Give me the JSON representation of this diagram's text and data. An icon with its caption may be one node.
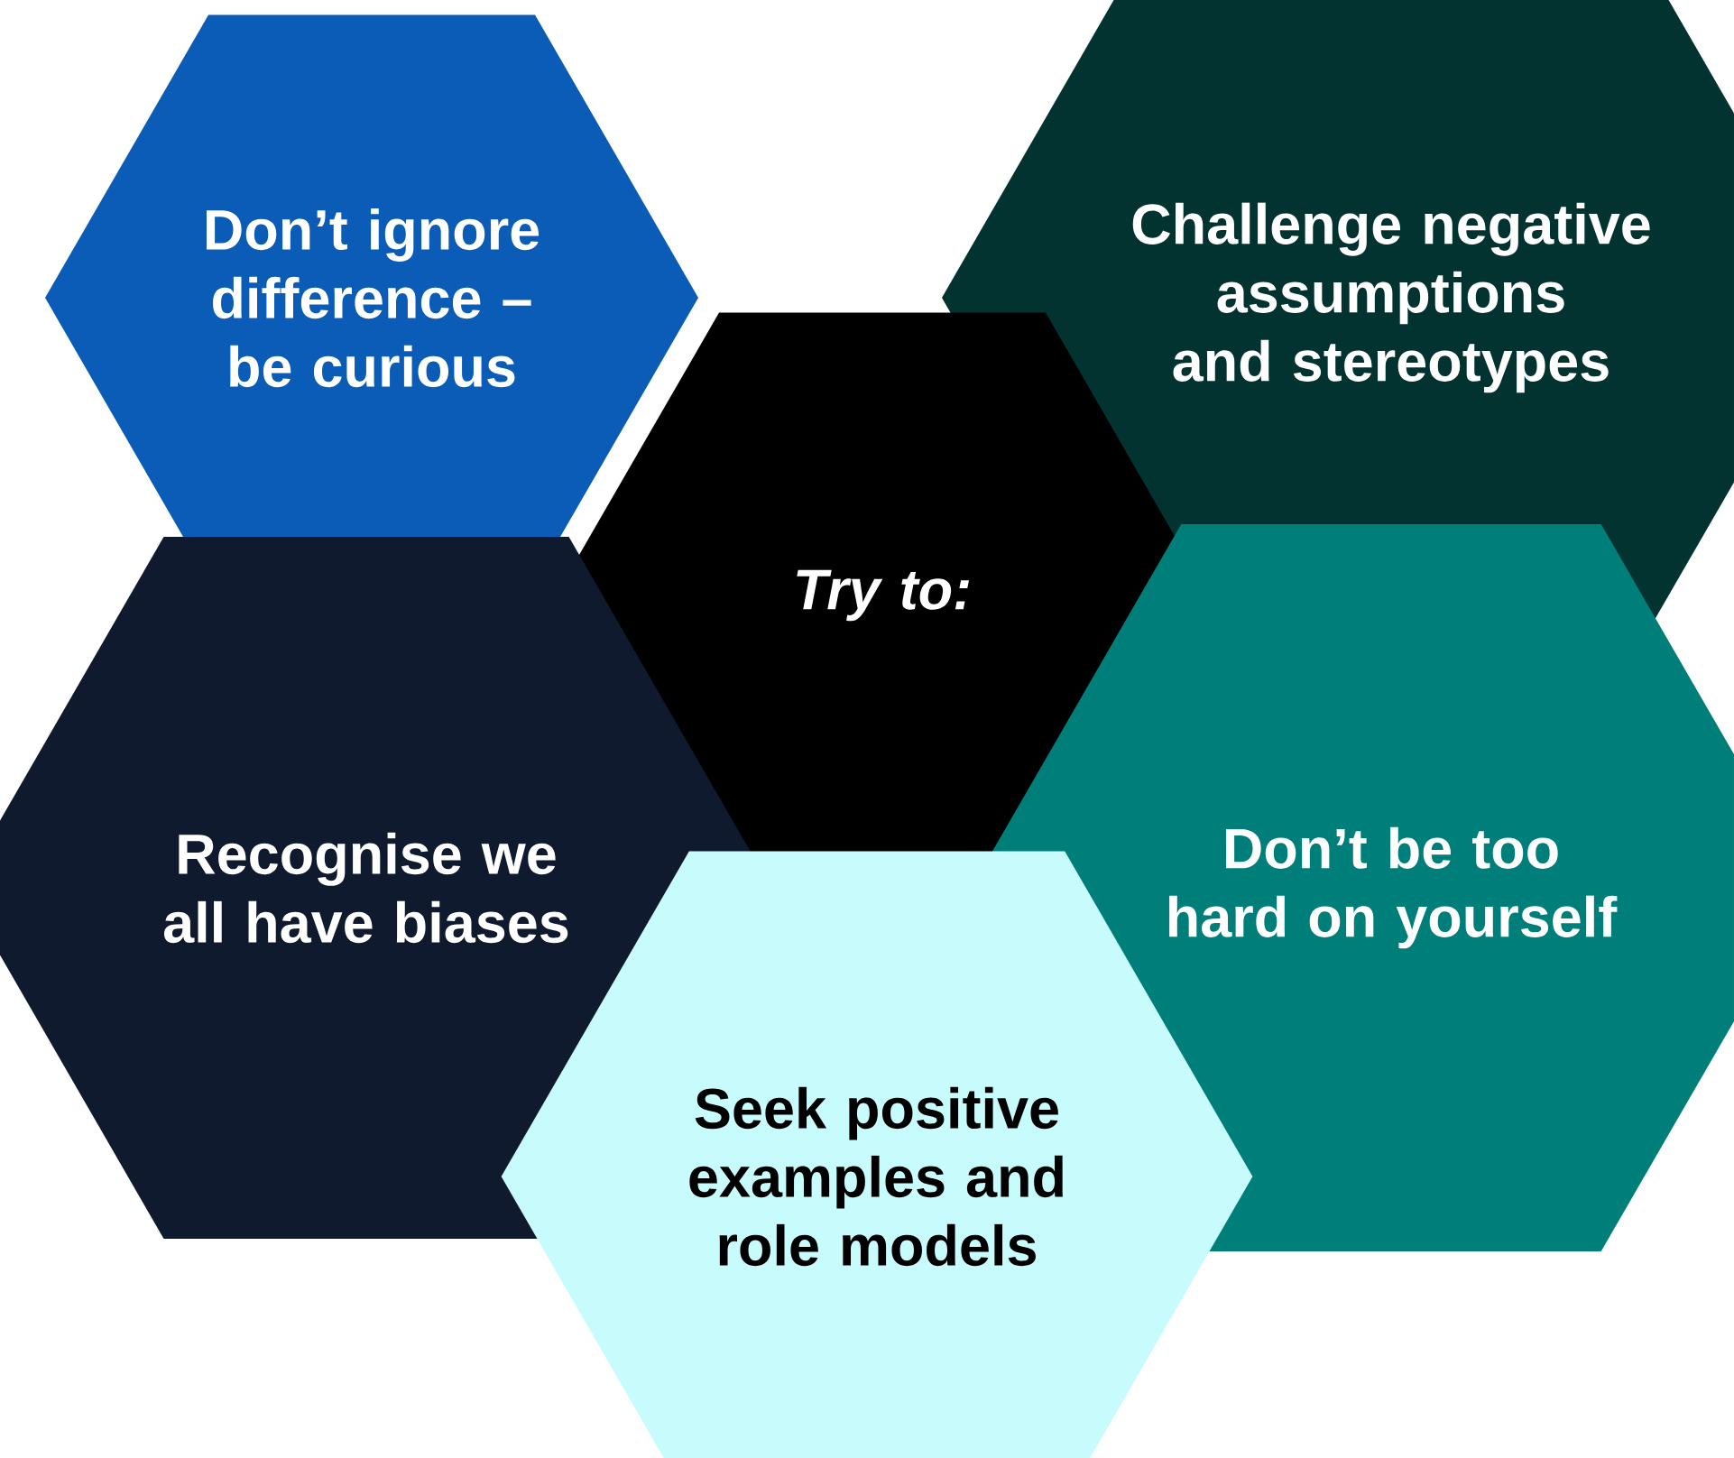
{
  "diagram": {
    "nodes": [
      {
        "text": [
          "Don’t ignore difference – be curious"
        ]
      },
      {
        "text": [
          "Challenge negative assumptions and stereotypes"
        ]
      },
      {
        "text": [
          "Try to:"
        ]
      },
      {
        "text": [
          "Recognise we all have biases"
        ]
      },
      {
        "text": [
          "Don’t be too hard on yourself"
        ]
      },
      {
        "text": [
          "Seek positive examples and role models"
        ]
      }
    ]
  }
}
